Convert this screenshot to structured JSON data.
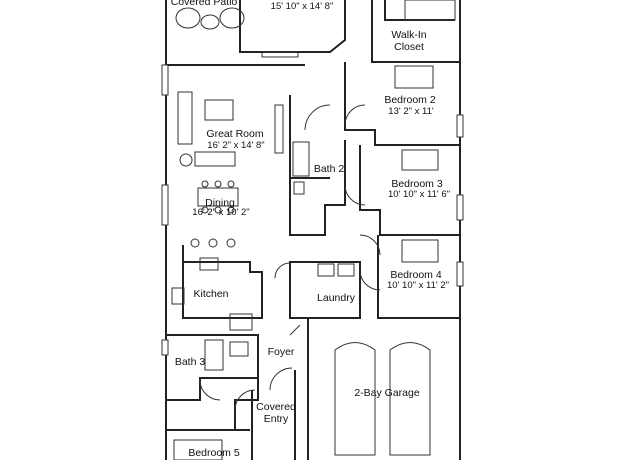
{
  "rooms": {
    "covered_patio": "Covered Patio",
    "owner_suite_dim": "15' 10\" x 14' 8\"",
    "walk_in_closet": "Walk-In\nCloset",
    "bedroom2": {
      "name": "Bedroom 2",
      "dim": "13' 2\" x 11'"
    },
    "great_room": {
      "name": "Great Room",
      "dim": "16' 2\" x 14' 8\""
    },
    "bath2": "Bath 2",
    "bedroom3": {
      "name": "Bedroom 3",
      "dim": "10' 10\" x 11' 6\""
    },
    "dining": {
      "name": "Dining",
      "dim": "16' 2\" x 10' 2\""
    },
    "bedroom4": {
      "name": "Bedroom 4",
      "dim": "10' 10\" x 11' 2\""
    },
    "kitchen": "Kitchen",
    "laundry": "Laundry",
    "foyer": "Foyer",
    "bath3": "Bath 3",
    "garage": "2-Bay Garage",
    "covered_entry": "Covered\nEntry",
    "bedroom5": "Bedroom 5"
  },
  "colors": {
    "wall": "#222222",
    "line": "#333333",
    "background": "#ffffff"
  }
}
